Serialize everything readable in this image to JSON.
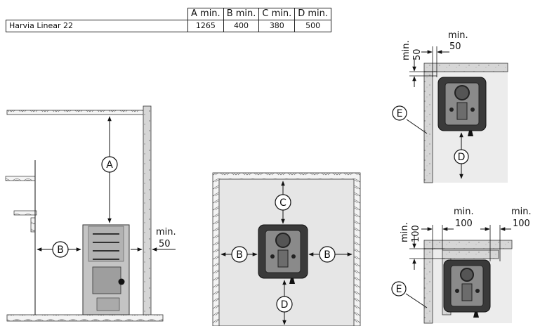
{
  "table": {
    "headers": [
      "A min.",
      "B min.",
      "C min.",
      "D min."
    ],
    "model": "Harvia Linear 22",
    "values": [
      "1265",
      "400",
      "380",
      "500"
    ]
  },
  "labels": {
    "a": "A",
    "b": "B",
    "c": "C",
    "d": "D",
    "e": "E",
    "min": "min.",
    "v50": "50",
    "v100": "100"
  },
  "colors": {
    "wall_fill": "#d8d8d8",
    "floor_fill": "#e8e8e8",
    "heater_dark": "#3a3a3a",
    "heater_body": "#bdbdbd",
    "line": "#111111"
  }
}
